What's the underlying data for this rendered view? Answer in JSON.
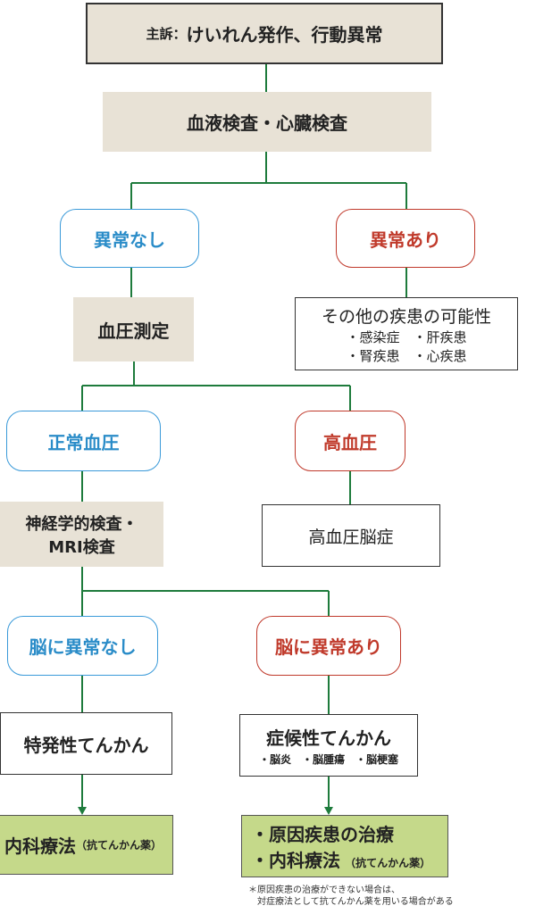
{
  "chief_complaint": {
    "label": "主訴：",
    "text": "けいれん発作、行動異常"
  },
  "blood_heart_test": "血液検査・心臓検査",
  "branch1": {
    "normal": "異常なし",
    "abnormal": "異常あり"
  },
  "other_diseases": {
    "title": "その他の疾患の可能性",
    "line1": "・感染症　・肝疾患",
    "line2": "・腎疾患　・心疾患"
  },
  "blood_pressure": "血圧測定",
  "branch2": {
    "normal": "正常血圧",
    "high": "高血圧"
  },
  "hypertensive_encephalopathy": "高血圧脳症",
  "neuro_test": {
    "line1": "神経学的検査・",
    "line2": "MRI検査"
  },
  "branch3": {
    "normal": "脳に異常なし",
    "abnormal": "脳に異常あり"
  },
  "idiopathic": "特発性てんかん",
  "symptomatic": {
    "title": "症候性てんかん",
    "subtitle": "・脳炎　・脳腫瘍　・脳梗塞"
  },
  "treatment_left": {
    "main": "内科療法",
    "sub": "（抗てんかん薬）"
  },
  "treatment_right": {
    "line1": "・原因疾患の治療",
    "line2_main": "・内科療法",
    "line2_sub": "（抗てんかん薬）"
  },
  "footnote": {
    "line1": "＊原因疾患の治療ができない場合は、",
    "line2": "対症療法として抗てんかん薬を用いる場合がある"
  },
  "colors": {
    "line_green": "#1e7b3c",
    "blue_text": "#2a8cc8",
    "red_text": "#c03a2b",
    "beige": "#e8e2d6",
    "green_box": "#c5d98a"
  }
}
